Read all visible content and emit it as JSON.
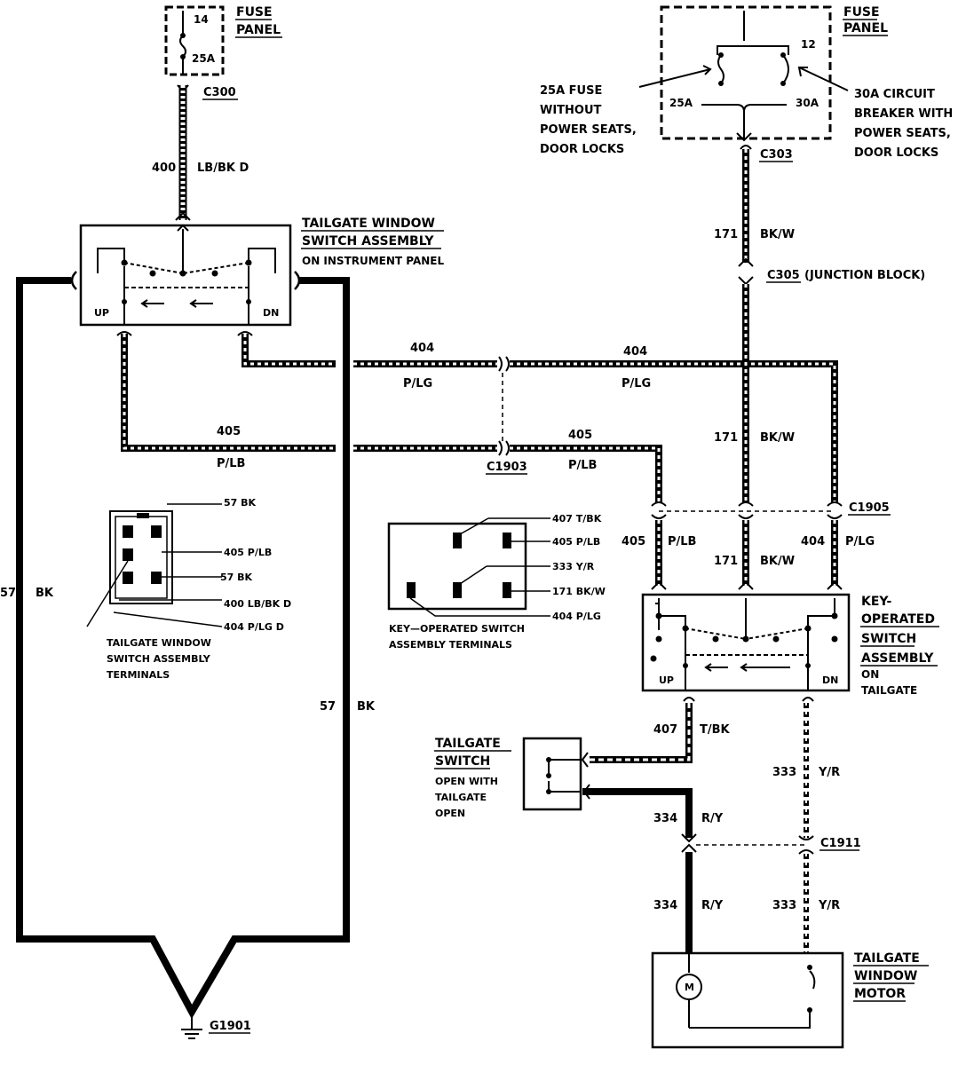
{
  "fuse_panel_left": {
    "title_line1": "FUSE",
    "title_line2": "PANEL",
    "fuse_number": "14",
    "fuse_rating": "25A"
  },
  "fuse_panel_right": {
    "title_line1": "FUSE",
    "title_line2": "PANEL",
    "fuse_number": "12",
    "fuse_rating": "25A",
    "breaker_rating": "30A",
    "note_left": [
      "25A FUSE",
      "WITHOUT",
      "POWER SEATS,",
      "DOOR LOCKS"
    ],
    "note_right": [
      "30A CIRCUIT",
      "BREAKER WITH",
      "POWER SEATS,",
      "DOOR LOCKS"
    ]
  },
  "connectors": {
    "c300": "C300",
    "c303": "C303",
    "c305": "C305",
    "c305_note": "(JUNCTION BLOCK)",
    "c1903": "C1903",
    "c1905": "C1905",
    "c1911": "C1911",
    "g1901": "G1901"
  },
  "wires": {
    "w400_num": "400",
    "w400_color": "LB/BK D",
    "w171_num": "171",
    "w171_color": "BK/W",
    "w404_num": "404",
    "w404_color": "P/LG",
    "w405_num": "405",
    "w405_color": "P/LB",
    "w57_num": "57",
    "w57_color": "BK",
    "w407_num": "407",
    "w407_color": "T/BK",
    "w333_num": "333",
    "w333_color": "Y/R",
    "w334_num": "334",
    "w334_color": "R/Y"
  },
  "tailgate_window_switch": {
    "title_line1": "TAILGATE WINDOW",
    "title_line2": "SWITCH ASSEMBLY",
    "location": "ON INSTRUMENT PANEL",
    "up": "UP",
    "dn": "DN"
  },
  "key_switch": {
    "title_line1": "KEY-",
    "title_line2": "OPERATED",
    "title_line3": "SWITCH",
    "title_line4": "ASSEMBLY",
    "location_line1": "ON",
    "location_line2": "TAILGATE",
    "up": "UP",
    "dn": "DN"
  },
  "switch_terminals": {
    "labels": [
      "57 BK",
      "405 P/LB",
      "57 BK",
      "400 LB/BK D",
      "404 P/LG D"
    ],
    "caption": [
      "TAILGATE WINDOW",
      "SWITCH ASSEMBLY",
      "TERMINALS"
    ]
  },
  "key_terminals": {
    "labels": [
      "407 T/BK",
      "405 P/LB",
      "333 Y/R",
      "171 BK/W",
      "404 P/LG"
    ],
    "caption": [
      "KEY—OPERATED SWITCH",
      "ASSEMBLY TERMINALS"
    ]
  },
  "tailgate_switch": {
    "title_line1": "TAILGATE",
    "title_line2": "SWITCH",
    "note": [
      "OPEN WITH",
      "TAILGATE",
      "OPEN"
    ]
  },
  "motor": {
    "title_line1": "TAILGATE",
    "title_line2": "WINDOW",
    "title_line3": "MOTOR",
    "symbol": "M"
  }
}
